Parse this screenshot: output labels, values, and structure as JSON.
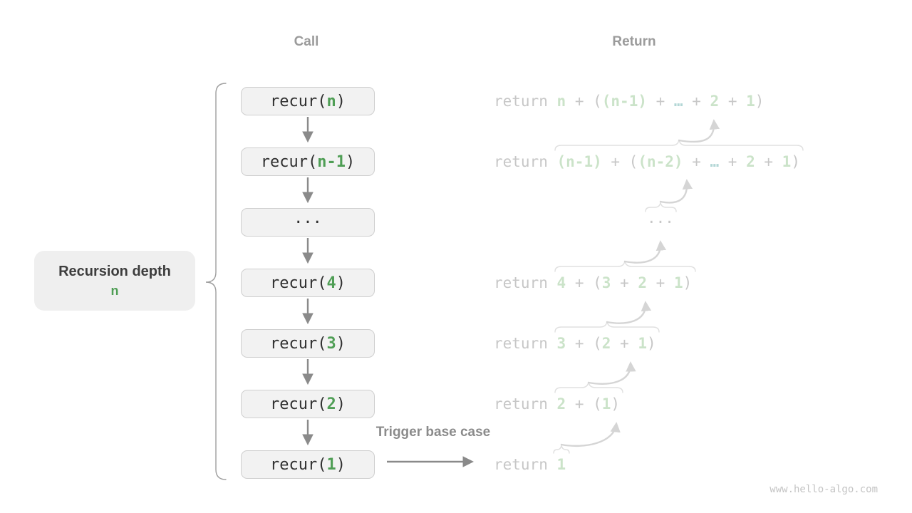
{
  "headers": {
    "call": "Call",
    "return": "Return"
  },
  "depth_label": {
    "title": "Recursion depth",
    "value": "n"
  },
  "trigger_label": "Trigger base case",
  "watermark": "www.hello-algo.com",
  "colors": {
    "accent_green": "#4f9e55",
    "pale_green": "#cbe3c9",
    "pale_teal": "#b3d7d6",
    "faded_gray": "#c7c7c7",
    "dark_text": "#303030",
    "label_gray": "#9b9b9b",
    "trigger_gray": "#8b8b8b",
    "depth_text": "#3d3d3d",
    "box_fill": "#f2f2f2",
    "box_border": "#cfcfcf",
    "flow_arrow": "#8a8a8a",
    "merge_arrow": "#d5d5d5",
    "brace_gray": "#9e9e9e",
    "expr_brace": "#e0e0e0",
    "watermark_gray": "#c4c4c4",
    "depth_box_fill": "#efefef"
  },
  "call_stack": [
    {
      "label": "recur(n)",
      "tokens": [
        {
          "t": "recur(",
          "c": "dark"
        },
        {
          "t": "n",
          "c": "green"
        },
        {
          "t": ")",
          "c": "dark"
        }
      ]
    },
    {
      "label": "recur(n-1)",
      "tokens": [
        {
          "t": "recur(",
          "c": "dark"
        },
        {
          "t": "n-1",
          "c": "green"
        },
        {
          "t": ")",
          "c": "dark"
        }
      ]
    },
    {
      "label": "...",
      "tokens": [
        {
          "t": "···",
          "c": "dark"
        }
      ]
    },
    {
      "label": "recur(4)",
      "tokens": [
        {
          "t": "recur(",
          "c": "dark"
        },
        {
          "t": "4",
          "c": "green"
        },
        {
          "t": ")",
          "c": "dark"
        }
      ]
    },
    {
      "label": "recur(3)",
      "tokens": [
        {
          "t": "recur(",
          "c": "dark"
        },
        {
          "t": "3",
          "c": "green"
        },
        {
          "t": ")",
          "c": "dark"
        }
      ]
    },
    {
      "label": "recur(2)",
      "tokens": [
        {
          "t": "recur(",
          "c": "dark"
        },
        {
          "t": "2",
          "c": "green"
        },
        {
          "t": ")",
          "c": "dark"
        }
      ]
    },
    {
      "label": "recur(1)",
      "tokens": [
        {
          "t": "recur(",
          "c": "dark"
        },
        {
          "t": "1",
          "c": "green"
        },
        {
          "t": ")",
          "c": "dark"
        }
      ]
    }
  ],
  "return_rows": [
    {
      "label": "return n + ((n-1) + … + 2 + 1)",
      "tokens": [
        {
          "t": "return ",
          "c": "gray"
        },
        {
          "t": "n",
          "c": "pgreen"
        },
        {
          "t": " + ",
          "c": "gray"
        },
        {
          "t": "(",
          "c": "gray"
        },
        {
          "t": "(n-1)",
          "c": "pgreen"
        },
        {
          "t": " + ",
          "c": "gray"
        },
        {
          "t": "…",
          "c": "teal"
        },
        {
          "t": " + ",
          "c": "gray"
        },
        {
          "t": "2",
          "c": "pgreen"
        },
        {
          "t": " + ",
          "c": "gray"
        },
        {
          "t": "1",
          "c": "pgreen"
        },
        {
          "t": ")",
          "c": "gray"
        }
      ]
    },
    {
      "label": "return (n-1) + ((n-2) + … + 2 + 1)",
      "tokens": [
        {
          "t": "return ",
          "c": "gray"
        },
        {
          "t": "(n-1)",
          "c": "pgreen"
        },
        {
          "t": " + ",
          "c": "gray"
        },
        {
          "t": "(",
          "c": "gray"
        },
        {
          "t": "(n-2)",
          "c": "pgreen"
        },
        {
          "t": " + ",
          "c": "gray"
        },
        {
          "t": "…",
          "c": "teal"
        },
        {
          "t": " + ",
          "c": "gray"
        },
        {
          "t": "2",
          "c": "pgreen"
        },
        {
          "t": " + ",
          "c": "gray"
        },
        {
          "t": "1",
          "c": "pgreen"
        },
        {
          "t": ")",
          "c": "gray"
        }
      ]
    },
    {
      "label": "...",
      "tokens": [
        {
          "t": "···",
          "c": "gray"
        }
      ]
    },
    {
      "label": "return 4 + (3 + 2 + 1)",
      "tokens": [
        {
          "t": "return ",
          "c": "gray"
        },
        {
          "t": "4",
          "c": "pgreen"
        },
        {
          "t": " + ",
          "c": "gray"
        },
        {
          "t": "(",
          "c": "gray"
        },
        {
          "t": "3",
          "c": "pgreen"
        },
        {
          "t": " + ",
          "c": "gray"
        },
        {
          "t": "2",
          "c": "pgreen"
        },
        {
          "t": " + ",
          "c": "gray"
        },
        {
          "t": "1",
          "c": "pgreen"
        },
        {
          "t": ")",
          "c": "gray"
        }
      ]
    },
    {
      "label": "return 3 + (2 + 1)",
      "tokens": [
        {
          "t": "return ",
          "c": "gray"
        },
        {
          "t": "3",
          "c": "pgreen"
        },
        {
          "t": " + ",
          "c": "gray"
        },
        {
          "t": "(",
          "c": "gray"
        },
        {
          "t": "2",
          "c": "pgreen"
        },
        {
          "t": " + ",
          "c": "gray"
        },
        {
          "t": "1",
          "c": "pgreen"
        },
        {
          "t": ")",
          "c": "gray"
        }
      ]
    },
    {
      "label": "return 2 + (1)",
      "tokens": [
        {
          "t": "return ",
          "c": "gray"
        },
        {
          "t": "2",
          "c": "pgreen"
        },
        {
          "t": " + ",
          "c": "gray"
        },
        {
          "t": "(",
          "c": "gray"
        },
        {
          "t": "1",
          "c": "pgreen"
        },
        {
          "t": ")",
          "c": "gray"
        }
      ]
    },
    {
      "label": "return 1",
      "tokens": [
        {
          "t": "return ",
          "c": "gray"
        },
        {
          "t": "1",
          "c": "pgreen"
        }
      ]
    }
  ]
}
